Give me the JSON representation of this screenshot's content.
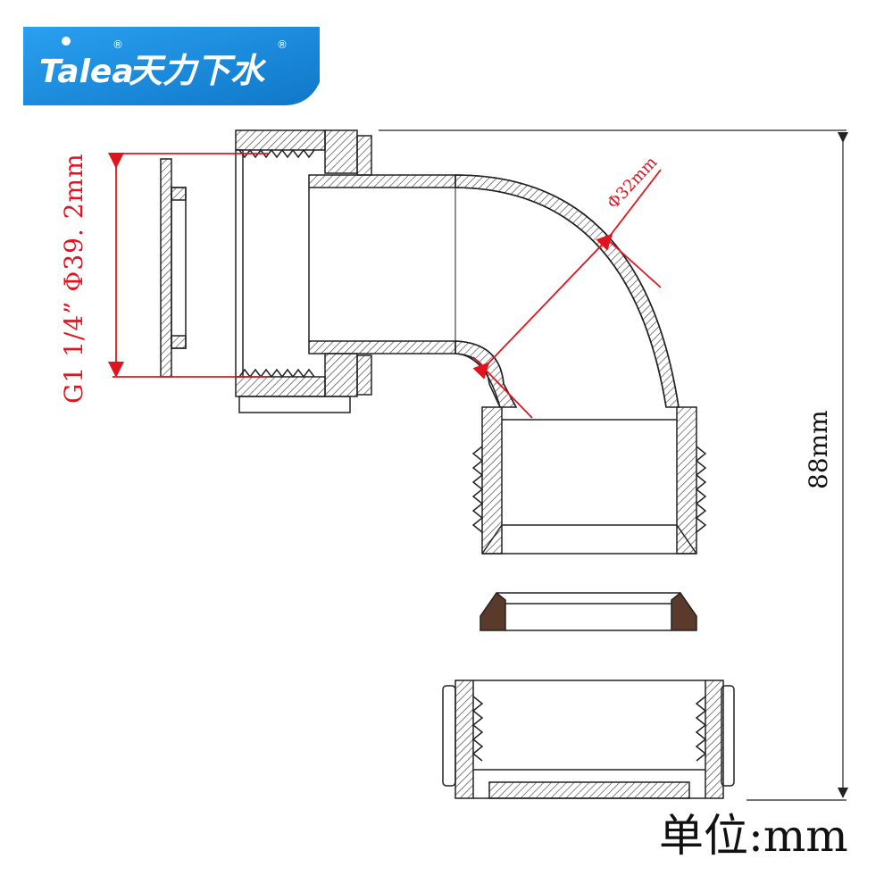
{
  "logo": {
    "brand_latin": "Talea",
    "brand_cn": "天力下水",
    "registered": "®",
    "bg_color": "#1e8ee0"
  },
  "dimensions": {
    "thread_label": "G1 1/4”  Φ39. 2mm",
    "bore_label": "Φ32mm",
    "height_label": "88mm"
  },
  "unit_label": "单位:mm",
  "colors": {
    "dimension_red": "#e0141e",
    "line_black": "#222222",
    "seal_brown": "#5a3a2a"
  }
}
